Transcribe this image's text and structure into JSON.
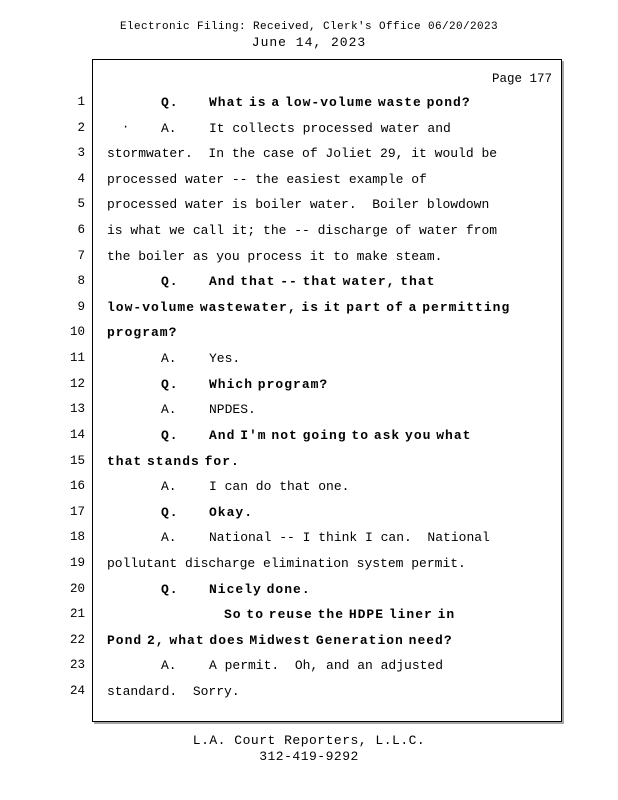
{
  "header": {
    "filing_stamp": "Electronic Filing: Received, Clerk's Office 06/20/2023",
    "hearing_date": "June 14, 2023"
  },
  "page": {
    "label": "Page 177",
    "stray_mark": "·",
    "lines": [
      {
        "n": "1",
        "speaker": "Q.",
        "text": "What is a low-volume waste pond?",
        "type": "qa",
        "bold": true
      },
      {
        "n": "2",
        "speaker": "A.",
        "text": "It collects processed water and",
        "type": "qa",
        "bold": false
      },
      {
        "n": "3",
        "speaker": "",
        "text": "stormwater.  In the case of Joliet 29, it would be",
        "type": "flush",
        "bold": false
      },
      {
        "n": "4",
        "speaker": "",
        "text": "processed water -- the easiest example of",
        "type": "flush",
        "bold": false
      },
      {
        "n": "5",
        "speaker": "",
        "text": "processed water is boiler water.  Boiler blowdown",
        "type": "flush",
        "bold": false
      },
      {
        "n": "6",
        "speaker": "",
        "text": "is what we call it; the -- discharge of water from",
        "type": "flush",
        "bold": false
      },
      {
        "n": "7",
        "speaker": "",
        "text": "the boiler as you process it to make steam.",
        "type": "flush",
        "bold": false
      },
      {
        "n": "8",
        "speaker": "Q.",
        "text": "And that -- that water, that",
        "type": "qa",
        "bold": true
      },
      {
        "n": "9",
        "speaker": "",
        "text": "low-volume wastewater, is it part of a permitting",
        "type": "flush",
        "bold": true
      },
      {
        "n": "10",
        "speaker": "",
        "text": "program?",
        "type": "flush",
        "bold": true
      },
      {
        "n": "11",
        "speaker": "A.",
        "text": "Yes.",
        "type": "qa",
        "bold": false
      },
      {
        "n": "12",
        "speaker": "Q.",
        "text": "Which program?",
        "type": "qa",
        "bold": true
      },
      {
        "n": "13",
        "speaker": "A.",
        "text": "NPDES.",
        "type": "qa",
        "bold": false
      },
      {
        "n": "14",
        "speaker": "Q.",
        "text": "And I'm not going to ask you what",
        "type": "qa",
        "bold": true
      },
      {
        "n": "15",
        "speaker": "",
        "text": "that stands for.",
        "type": "flush",
        "bold": true
      },
      {
        "n": "16",
        "speaker": "A.",
        "text": "I can do that one.",
        "type": "qa",
        "bold": false
      },
      {
        "n": "17",
        "speaker": "Q.",
        "text": "Okay.",
        "type": "qa",
        "bold": true
      },
      {
        "n": "18",
        "speaker": "A.",
        "text": "National -- I think I can.  National",
        "type": "qa",
        "bold": false
      },
      {
        "n": "19",
        "speaker": "",
        "text": "pollutant discharge elimination system permit.",
        "type": "flush",
        "bold": false
      },
      {
        "n": "20",
        "speaker": "Q.",
        "text": "Nicely done.",
        "type": "qa",
        "bold": true
      },
      {
        "n": "21",
        "speaker": "",
        "text": "So to reuse the HDPE liner in",
        "type": "para",
        "bold": true
      },
      {
        "n": "22",
        "speaker": "",
        "text": "Pond 2, what does Midwest Generation need?",
        "type": "flush",
        "bold": true
      },
      {
        "n": "23",
        "speaker": "A.",
        "text": "A permit.  Oh, and an adjusted",
        "type": "qa",
        "bold": false
      },
      {
        "n": "24",
        "speaker": "",
        "text": "standard.  Sorry.",
        "type": "flush",
        "bold": false
      }
    ]
  },
  "footer": {
    "reporter": "L.A. Court Reporters, L.L.C.",
    "phone": "312-419-9292"
  }
}
